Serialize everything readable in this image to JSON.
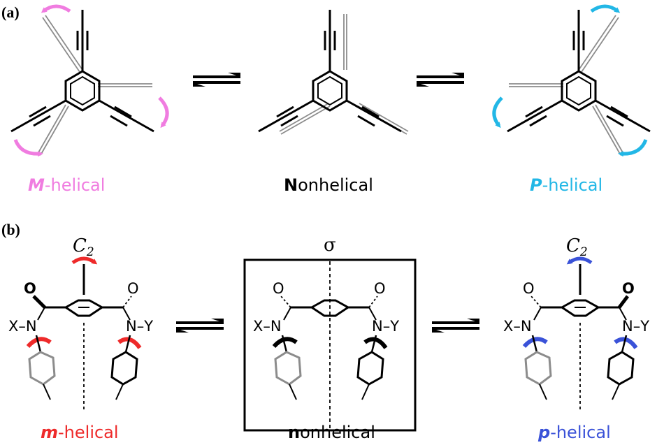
{
  "panels": {
    "a": {
      "letter": "(a)",
      "captions": [
        {
          "prefix": "M",
          "rest": "-helical",
          "color": "#f07ce0"
        },
        {
          "prefix": "N",
          "rest": "onhelical",
          "color": "#000000"
        },
        {
          "prefix": "P",
          "rest": "-helical",
          "color": "#22b7e6"
        }
      ]
    },
    "b": {
      "letter": "(b)",
      "symmetry_labels": {
        "c2_letter": "C",
        "c2_sub": "2",
        "sigma": "σ"
      },
      "atoms": {
        "x": "X",
        "y": "Y",
        "n": "N",
        "o": "O",
        "dash": "–"
      },
      "captions": [
        {
          "prefix": "m",
          "rest": "-helical",
          "color": "#ee2a2a"
        },
        {
          "prefix": "n",
          "rest": "onhelical",
          "color": "#000000"
        },
        {
          "prefix": "p",
          "rest": "-helical",
          "color": "#3a52d8"
        }
      ]
    }
  },
  "colors": {
    "m_arrow": "#f07ce0",
    "p_arrow": "#22b7e6",
    "m_torsion": "#ee2a2a",
    "p_torsion": "#3a52d8",
    "gray_bond": "#8c8c8c"
  }
}
